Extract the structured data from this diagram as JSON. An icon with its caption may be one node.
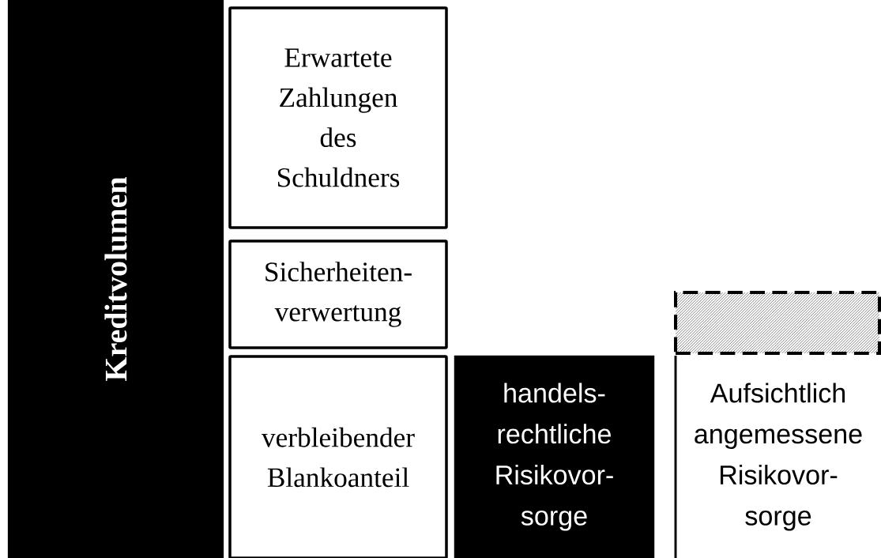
{
  "diagram": {
    "nodes": [
      {
        "text": [
          "Kreditvolumen"
        ]
      },
      {
        "text": [
          "Erwartete Zahlungen des Schuldners"
        ]
      },
      {
        "text": [
          "Sicherheiten- verwertung"
        ]
      },
      {
        "text": [
          "verbleibender Blankoanteil"
        ]
      },
      {
        "text": [
          "handels- rechtliche Risikovor- sorge"
        ]
      },
      {
        "text": [
          "Aufsichtlich angemessene Risikovor- sorge"
        ]
      },
      {
        "text": [],
        "shape": "box"
      }
    ],
    "edges": []
  }
}
